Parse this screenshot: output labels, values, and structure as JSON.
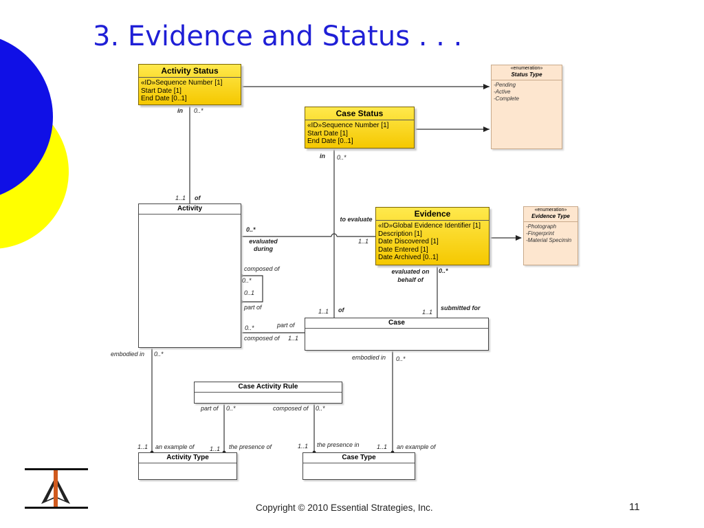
{
  "slide": {
    "title": "3.  Evidence and Status . . .",
    "copyright": "Copyright © 2010 Essential Strategies, Inc.",
    "page_number": "11"
  },
  "colors": {
    "title": "#1f1fd6",
    "accent_blue": "#1010e6",
    "accent_yellow": "#ffff00",
    "entity_yellow": "#f7d21c",
    "enumeration": "#fde6cf"
  },
  "entities": {
    "activity_status": {
      "name": "Activity Status",
      "attrs": [
        "«ID»Sequence Number [1]",
        "Start Date [1]",
        "End Date [0..1]"
      ]
    },
    "case_status": {
      "name": "Case Status",
      "attrs": [
        "«ID»Sequence Number [1]",
        "Start Date [1]",
        "End Date [0..1]"
      ]
    },
    "evidence": {
      "name": "Evidence",
      "attrs": [
        "«ID»Global Evidence Identifier [1]",
        "Description [1]",
        "Date Discovered [1]",
        "Date Entered [1]",
        "Date Archived [0..1]"
      ]
    },
    "activity": {
      "name": "Activity"
    },
    "case": {
      "name": "Case"
    },
    "case_activity_rule": {
      "name": "Case Activity Rule"
    },
    "activity_type": {
      "name": "Activity Type"
    },
    "case_type": {
      "name": "Case Type"
    }
  },
  "enumerations": {
    "status_type": {
      "stereotype": "«enumeration»",
      "name": "Status Type",
      "literals": [
        "Pending",
        "Active",
        "Complete"
      ]
    },
    "evidence_type": {
      "stereotype": "«enumeration»",
      "name": "Evidence Type",
      "literals": [
        "Photograph",
        "Fingerprint",
        "Material Specimin"
      ]
    }
  },
  "labels": {
    "as_in": "in",
    "as_mult": "0..*",
    "act_mult_top": "1..1",
    "act_of": "of",
    "cs_in": "in",
    "cs_mult": "0..*",
    "act_evid_mult": "0..*",
    "evaluated_during": "evaluated during",
    "to_evaluate": "to evaluate",
    "evid_mult": "1..1",
    "composed_of_self": "composed of",
    "self_mult1": "0..*",
    "self_mult2": "0..1",
    "part_of_self": "part of",
    "evaluated_on_behalf_of": "evaluated on behalf of",
    "evid_case_mult": "0..*",
    "case_mult_of": "1..1",
    "case_of": "of",
    "case_mult_sub": "1..1",
    "submitted_for": "submitted for",
    "ac_mult": "0..*",
    "ac_part_of": "part  of",
    "ac_composed_of": "composed of",
    "ac_mult2": "1..1",
    "act_embodied_in": "embodied in",
    "act_emb_mult": "0..*",
    "case_embodied_in": "embodied in",
    "case_emb_mult": "0..*",
    "car_part_of": "part of",
    "car_mult1": "0..*",
    "car_composed_of": "composed of",
    "car_mult2": "0..*",
    "at_mult1": "1..1",
    "at_example": "an example of",
    "at_mult2": "1..1",
    "at_presence": "the presence of",
    "ct_mult1": "1..1",
    "ct_presence": "the presence in",
    "ct_mult2": "1..1",
    "ct_example": "an example of"
  }
}
